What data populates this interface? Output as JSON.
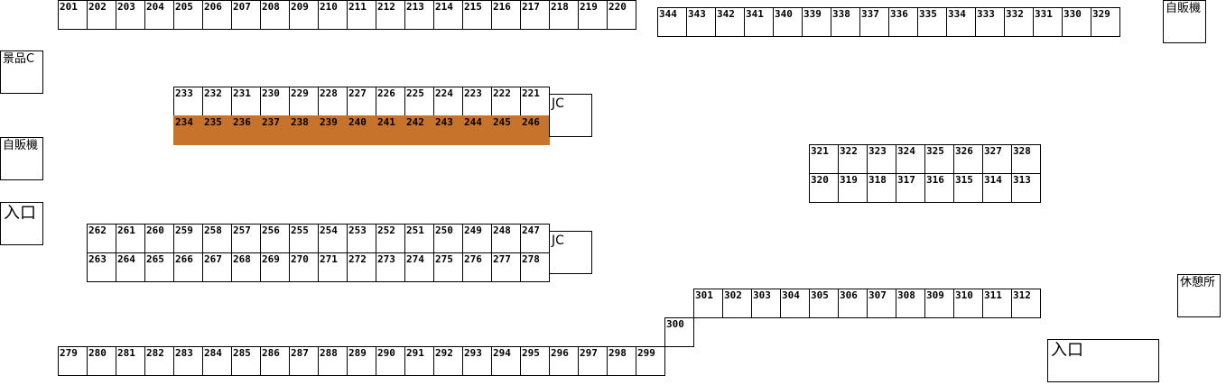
{
  "rows": {
    "r201": [
      "201",
      "202",
      "203",
      "204",
      "205",
      "206",
      "207",
      "208",
      "209",
      "210",
      "211",
      "212",
      "213",
      "214",
      "215",
      "216",
      "217",
      "218",
      "219",
      "220"
    ],
    "r344": [
      "344",
      "343",
      "342",
      "341",
      "340",
      "339",
      "338",
      "337",
      "336",
      "335",
      "334",
      "333",
      "332",
      "331",
      "330",
      "329"
    ],
    "r233": [
      "233",
      "232",
      "231",
      "230",
      "229",
      "228",
      "227",
      "226",
      "225",
      "224",
      "223",
      "222",
      "221"
    ],
    "r234": [
      "234",
      "235",
      "236",
      "237",
      "238",
      "239",
      "240",
      "241",
      "242",
      "243",
      "244",
      "245",
      "246"
    ],
    "r321": [
      "321",
      "322",
      "323",
      "324",
      "325",
      "326",
      "327",
      "328"
    ],
    "r320": [
      "320",
      "319",
      "318",
      "317",
      "316",
      "315",
      "314",
      "313"
    ],
    "r262": [
      "262",
      "261",
      "260",
      "259",
      "258",
      "257",
      "256",
      "255",
      "254",
      "253",
      "252",
      "251",
      "250",
      "249",
      "248",
      "247"
    ],
    "r263": [
      "263",
      "264",
      "265",
      "266",
      "267",
      "268",
      "269",
      "270",
      "271",
      "272",
      "273",
      "274",
      "275",
      "276",
      "277",
      "278"
    ],
    "r301": [
      "301",
      "302",
      "303",
      "304",
      "305",
      "306",
      "307",
      "308",
      "309",
      "310",
      "311",
      "312"
    ],
    "r300": [
      "300"
    ],
    "r279": [
      "279",
      "280",
      "281",
      "282",
      "283",
      "284",
      "285",
      "286",
      "287",
      "288",
      "289",
      "290",
      "291",
      "292",
      "293",
      "294",
      "295",
      "296",
      "297",
      "298",
      "299"
    ]
  },
  "labels": {
    "vending_top_right": "自販機",
    "prize_c": "景品C",
    "vending_left": "自販機",
    "entrance_left": "入口",
    "jc_upper": "JC",
    "jc_lower": "JC",
    "rest_area": "休憩所",
    "entrance_bottom": "入口"
  },
  "colors": {
    "highlight": "#c8732c"
  }
}
